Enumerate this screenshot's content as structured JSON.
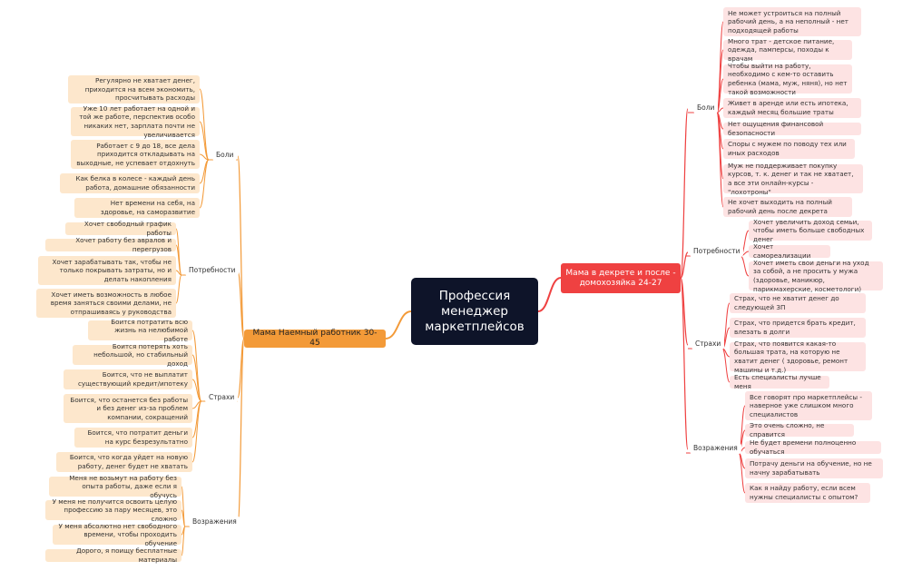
{
  "center": {
    "title": "Профессия менеджер маркетплейсов"
  },
  "left_branch": {
    "label": "Мама Наемный работник 30-45",
    "color": "#f39a38",
    "groups": [
      {
        "label": "Боли",
        "items": [
          "Регулярно не хватает денег, приходится на всем экономить, просчитывать расходы",
          "Уже 10 лет работает на одной и той же работе, перспектив особо никаких нет, зарплата почти не увеличивается",
          "Работает с 9 до 18, все дела приходится откладывать на выходные, не успевает отдохнуть",
          "Как белка в колесе - каждый день работа, домашние обязанности",
          "Нет времени на себя, на здоровье, на саморазвитие"
        ]
      },
      {
        "label": "Потребности",
        "items": [
          "Хочет свободный график работы",
          "Хочет работу без авралов и перегрузов",
          "Хочет зарабатывать так, чтобы не только покрывать затраты, но и делать накопления",
          "Хочет иметь возможность в любое время заняться своими делами, не отпрашиваясь у руководства"
        ]
      },
      {
        "label": "Страхи",
        "items": [
          "Боится потратить всю жизнь на нелюбимой работе",
          "Боится потерять хоть небольшой, но стабильный доход",
          "Боится, что не выплатит существующий кредит/ипотеку",
          "Боится, что останется без работы и без денег из-за проблем компании, сокращений",
          "Боится, что потратит деньги на курс безрезультатно",
          "Боится, что когда уйдет на новую работу, денег будет не хватать"
        ]
      },
      {
        "label": "Возражения",
        "items": [
          "Меня не возьмут на работу без опыта работы, даже если я обучусь",
          "У меня не получится освоить целую профессию за пару месяцев, это сложно",
          "У меня абсолютно нет свободного времени, чтобы проходить обучение",
          "Дорого, я поищу бесплатные материалы"
        ]
      }
    ]
  },
  "right_branch": {
    "label": "Мама в декрете и после - домохозяйка 24-27",
    "color": "#ef4141",
    "groups": [
      {
        "label": "Боли",
        "items": [
          "Не может устроиться на полный рабочий день, а на неполный - нет подходящей работы",
          "Много трат - детское питание, одежда, памперсы, походы к врачам",
          "Чтобы выйти на работу, необходимо с кем-то оставить ребенка (мама, муж, няня), но нет такой возможности",
          "Живет в аренде или есть ипотека, каждый месяц большие траты",
          "Нет ощущения финансовой безопасности",
          "Споры с мужем по поводу тех или иных расходов",
          "Муж не поддерживает покупку курсов, т. к. денег и так не хватает, а все эти онлайн-курсы - \"лохотроны\"",
          "Не хочет выходить на полный рабочий день после декрета"
        ]
      },
      {
        "label": "Потребности",
        "items": [
          "Хочет увеличить доход семьи, чтобы иметь больше свободных денег",
          "Хочет самореализации",
          "Хочет иметь свои деньги на уход за собой, а не просить у мужа (здоровье, маникюр, парикмахерские, косметологи)"
        ]
      },
      {
        "label": "Страхи",
        "items": [
          "Страх, что не хватит денег до следующей ЗП",
          "Страх, что придется брать кредит, влезать в долги",
          "Страх, что появится какая-то большая трата, на которую не хватит денег ( здоровье, ремонт машины и т.д.)",
          "Есть специалисты лучше меня"
        ]
      },
      {
        "label": "Возражения",
        "items": [
          "Все говорят про маркетплейсы - наверное уже слишком много специалистов",
          "Это очень сложно, не справится",
          "Не будет времени полноценно обучаться",
          "Потрачу деньги на обучение, но не начну зарабатывать",
          "Как я найду работу, если всем нужны специалисты с опытом?"
        ]
      }
    ]
  }
}
